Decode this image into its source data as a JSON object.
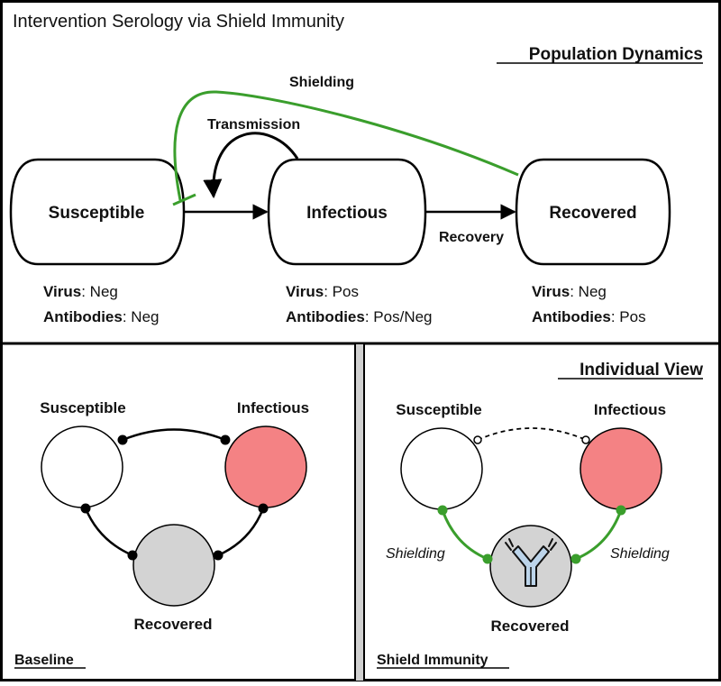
{
  "title": "Intervention Serology via Shield Immunity",
  "top_panel": {
    "heading": "Population Dynamics",
    "states": {
      "susceptible": {
        "label": "Susceptible",
        "virus_key": "Virus",
        "virus_val": "Neg",
        "ab_key": "Antibodies",
        "ab_val": "Neg"
      },
      "infectious": {
        "label": "Infectious",
        "virus_key": "Virus",
        "virus_val": "Pos",
        "ab_key": "Antibodies",
        "ab_val": "Pos/Neg"
      },
      "recovered": {
        "label": "Recovered",
        "virus_key": "Virus",
        "virus_val": "Neg",
        "ab_key": "Antibodies",
        "ab_val": "Pos"
      }
    },
    "edges": {
      "shielding": "Shielding",
      "transmission": "Transmission",
      "recovery": "Recovery"
    }
  },
  "baseline_panel": {
    "label": "Baseline",
    "nodes": {
      "susceptible": "Susceptible",
      "infectious": "Infectious",
      "recovered": "Recovered"
    }
  },
  "shield_panel": {
    "heading": "Individual View",
    "label": "Shield Immunity",
    "nodes": {
      "susceptible": "Susceptible",
      "infectious": "Infectious",
      "recovered": "Recovered"
    },
    "edge_left": "Shielding",
    "edge_right": "Shielding"
  },
  "colors": {
    "green": "#3a9e2c",
    "infectious_fill": "#f48284",
    "recovered_fill": "#d3d3d3",
    "antibody_fill": "#bcd4ea",
    "divider": "#d0d0d0"
  }
}
